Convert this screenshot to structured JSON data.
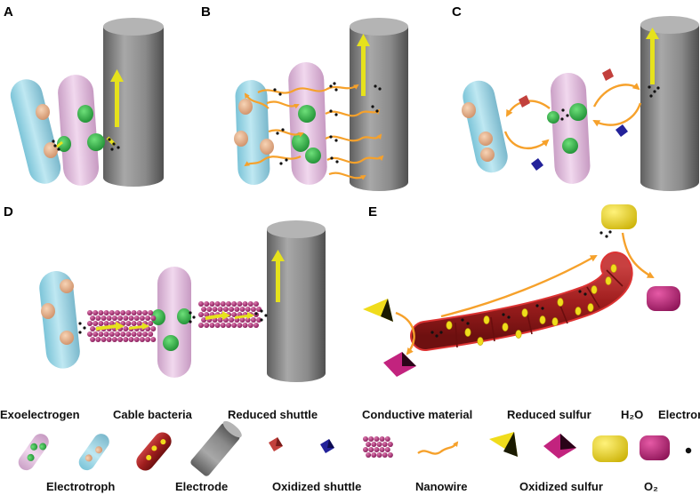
{
  "panels": {
    "a": "A",
    "b": "B",
    "c": "C",
    "d": "D",
    "e": "E"
  },
  "legend": {
    "exoelectrogen": "Exoelectrogen",
    "cable_bacteria": "Cable bacteria",
    "reduced_shuttle": "Reduced shuttle",
    "conductive_material": "Conductive material",
    "reduced_sulfur": "Reduced sulfur",
    "h2o": "H₂O",
    "electron": "Electron",
    "electrotroph": "Electrotroph",
    "electrode": "Electrode",
    "oxidized_shuttle": "Oxidized shuttle",
    "nanowire": "Nanowire",
    "oxidized_sulfur": "Oxidized sulfur",
    "o2": "O₂"
  },
  "colors": {
    "electrotroph_body": "#a8dcea",
    "exoelectrogen_body": "#e8c6e2",
    "electrode": "#8f8f8f",
    "cytochrome": "#33b24a",
    "tan_protein": "#e8b48e",
    "arrow": "#f6a12b",
    "current_arrow": "#e6e21c",
    "cable": "#a32020",
    "conductive_bead": "#b0307a",
    "reduced_shuttle": "#c2403c",
    "oxidized_shuttle": "#23229a",
    "sulfur_yellow": "#f0dc1c",
    "magenta": "#c2237e"
  }
}
